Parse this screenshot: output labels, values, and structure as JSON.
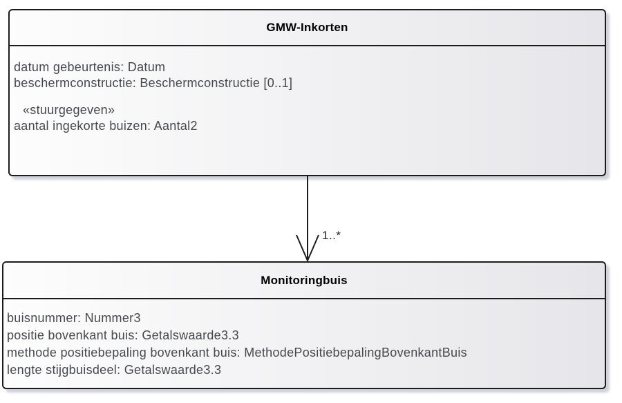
{
  "diagram": {
    "type": "uml-class-diagram",
    "classes": [
      {
        "id": "gmw-inkorten",
        "title": "GMW-Inkorten",
        "attributes": [
          "datum gebeurtenis: Datum",
          "beschermconstructie: Beschermconstructie [0..1]"
        ],
        "stereotype": "«stuurgegeven»",
        "stereotype_attributes": [
          "aantal ingekorte buizen: Aantal2"
        ]
      },
      {
        "id": "monitoringbuis",
        "title": "Monitoringbuis",
        "attributes": [
          "buisnummer: Nummer3",
          "positie bovenkant buis: Getalswaarde3.3",
          "methode positiebepaling bovenkant buis: MethodePositiebepalingBovenkantBuis",
          "lengte stijgbuisdeel: Getalswaarde3.3"
        ]
      }
    ],
    "connector": {
      "from": "GMW-Inkorten",
      "to": "Monitoringbuis",
      "style": "directed-association-open-arrowhead",
      "target_multiplicity": "1..*"
    },
    "colors": {
      "page_background": "#ffffff",
      "box_border": "#1c1c1c",
      "box_fill_left": "#fdfdfd",
      "box_fill_right": "#e6e6ea",
      "title_text": "#000000",
      "attribute_text": "#45484d",
      "connector": "#1c1c1c",
      "multiplicity_text": "#24262b",
      "shadow": "rgba(148,156,176,0.45)"
    }
  }
}
